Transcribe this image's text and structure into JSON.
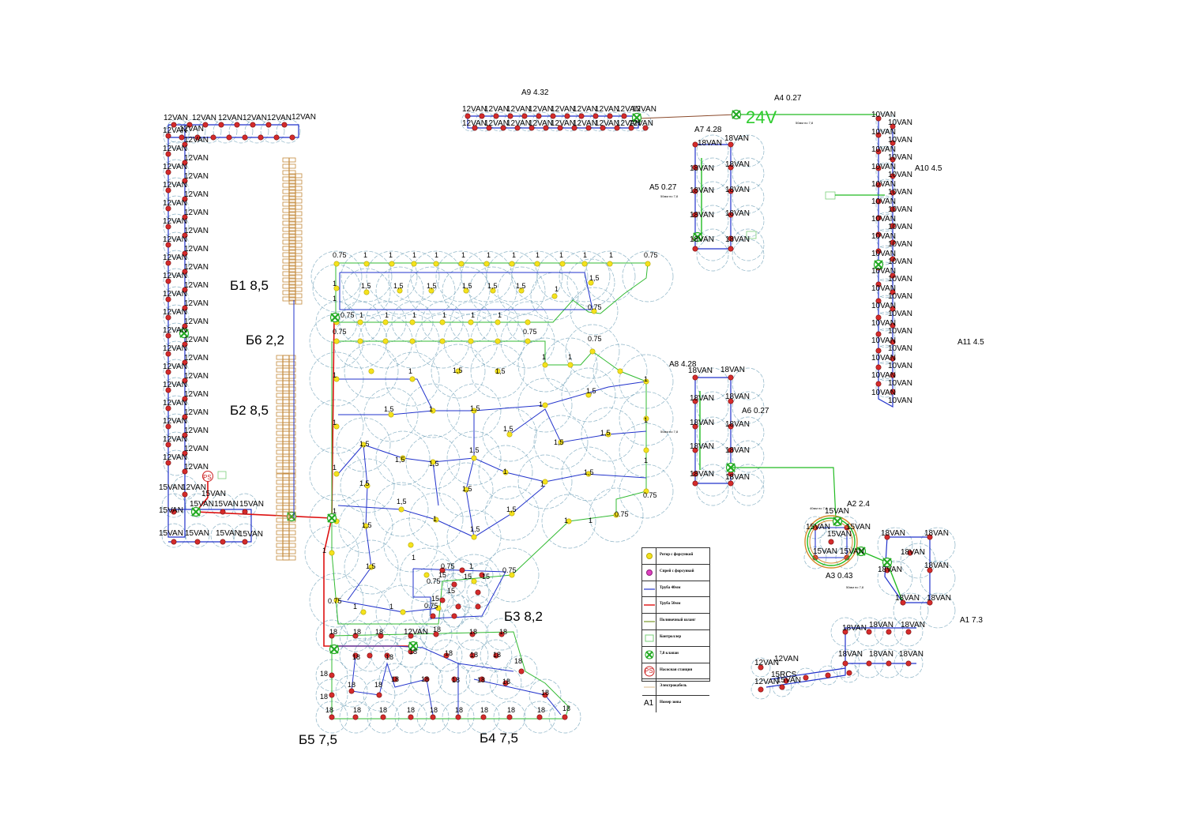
{
  "zone_labels": {
    "b1": "Б1 8,5",
    "b6": "Б6 2,2",
    "b2": "Б2 8,5",
    "b3": "Б3 8,2",
    "b4": "Б4 7,5",
    "b5": "Б5 7,5",
    "a1": "A1 7.3",
    "a2": "A2 2.4",
    "a3": "A3 0.43",
    "a4": "A4 0.27",
    "a5": "A5 0.27",
    "a6": "A6 0.27",
    "a7": "A7 4.28",
    "a8": "A8 4.28",
    "a9": "A9 4.32",
    "a10": "A10 4.5",
    "a11": "A11 4.5"
  },
  "voltage_label": "24V",
  "nozzle_labels": {
    "n12": "12VAN",
    "n15": "15VAN",
    "n18": "18VAN",
    "n10": "10VAN",
    "n15rcs": "15RCS",
    "r075": "0.75",
    "r1": "1",
    "r15": "1,5",
    "r18": "18",
    "r15b": "15"
  },
  "valve_labels": {
    "v1": "50мм по 7,8",
    "v2": "50мм по 7,8",
    "v3": "50мм по 7,8",
    "v4": "40мм по 7,8",
    "v5": "50мм по 7,8"
  },
  "legend": {
    "items": [
      {
        "symbol": "yellow-dot",
        "text": "Ротор с форсункой"
      },
      {
        "symbol": "magenta-dot",
        "text": "Спрей с форсункой"
      },
      {
        "symbol": "blue-line",
        "text": "Труба 40мм"
      },
      {
        "symbol": "red-line",
        "text": "Труба 50мм"
      },
      {
        "symbol": "green-line",
        "text": "Поливочный шланг"
      },
      {
        "symbol": "controller",
        "text": "Контроллер"
      },
      {
        "symbol": "valve",
        "text": "7,8 клапан"
      },
      {
        "symbol": "ps",
        "text": "Насосная станция"
      },
      {
        "symbol": "cable",
        "text": "Электрокабель"
      },
      {
        "symbol": "zone",
        "text": "Номер зоны"
      }
    ],
    "zone_symbol_text": "A1",
    "ps_text": "PS"
  },
  "colors": {
    "pipe40": "#2233cc",
    "pipe50": "#dd1111",
    "hose": "#22bb22",
    "spray": "#d42b2b",
    "rotor": "#f4e21c",
    "arc": "#6fa0b8",
    "cable": "#c48a3c"
  }
}
